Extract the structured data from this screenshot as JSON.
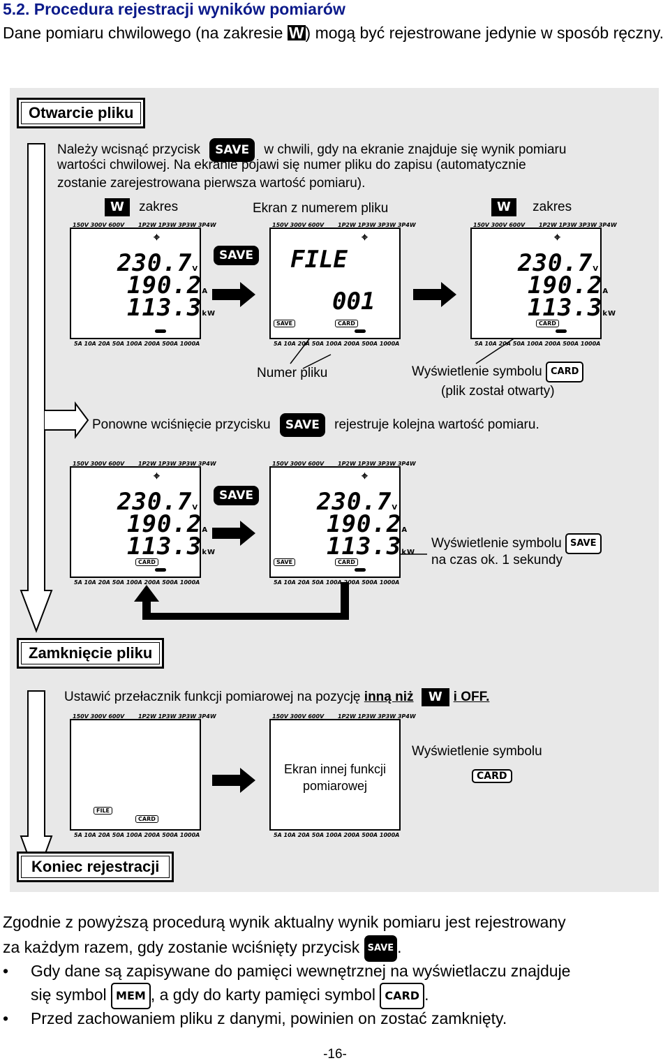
{
  "heading": "5.2. Procedura rejestracji wyników pomiarów",
  "intro": {
    "before": "Dane pomiaru chwilowego (na zakresie ",
    "range": "W",
    "after": ") mogą być rejestrowane jedynie w sposób ręczny."
  },
  "diagram": {
    "open_title": "Otwarcie pliku",
    "open_text_1a": "Należy wcisnąć przycisk",
    "open_text_1b": "w chwili, gdy na ekranie znajduje się wynik pomiaru",
    "open_text_2": "wartości chwilowej. Na ekranie pojawi się numer pliku do zapisu (automatycznie",
    "open_text_3": "zostanie zarejestrowana pierwsza wartość pomiaru).",
    "w_symbol": "W",
    "zakres": "zakres",
    "file_screen_label": "Ekran z numerem pliku",
    "save_key": "SAVE",
    "card_symbol": "CARD",
    "file_symbol": "FILE",
    "mem_symbol": "MEM",
    "lcd_range_top": "150V 300V 600V",
    "lcd_range_top_right": "1P2W 1P3W 3P3W 3P4W",
    "lcd_range_bottom": "5A 10A 20A 50A 100A 200A 500A 1000A",
    "lcd_v": "230.7",
    "lcd_a": "190.2",
    "lcd_kw": "113.3",
    "unit_v": "V",
    "unit_a": "A",
    "unit_kw": "kW",
    "lcd_file_text": "FILE",
    "lcd_file_number": "001",
    "numer_pliku": "Numer pliku",
    "card_disp_1": "Wyświetlenie symbolu",
    "card_disp_2": "(plik został otwarty)",
    "repeat_text_a": "Ponowne wciśnięcie przycisku",
    "repeat_text_b": "rejestruje kolejna wartość pomiaru.",
    "save_disp_1": "Wyświetlenie symbolu",
    "save_disp_2": "na czas ok. 1 sekundy",
    "close_title": "Zamknięcie pliku",
    "close_text_a": "Ustawić przełacznik funkcji pomiarowej na pozycję ",
    "close_text_b": "inną niż",
    "close_text_c": "i OFF.",
    "other_screen_1": "Ekran innej funkcji",
    "other_screen_2": "pomiarowej",
    "close_card_disp": "Wyświetlenie symbolu",
    "end_title": "Koniec rejestracji"
  },
  "body": {
    "line1": "Zgodnie z powyższą procedurą wynik aktualny wynik pomiaru jest rejestrowany",
    "line2": "za każdym razem, gdy zostanie wciśnięty przycisk",
    "line2_end": ".",
    "bullet1_a": "Gdy dane są zapisywane do pamięci wewnętrznej na wyświetlaczu znajduje",
    "bullet1_b": "się symbol",
    "bullet1_c": ", a gdy do karty pamięci symbol",
    "bullet1_d": ".",
    "bullet2": "Przed zachowaniem pliku z danymi, powinien on zostać zamknięty.",
    "bullet_char": "•"
  },
  "page_number": "-16-"
}
